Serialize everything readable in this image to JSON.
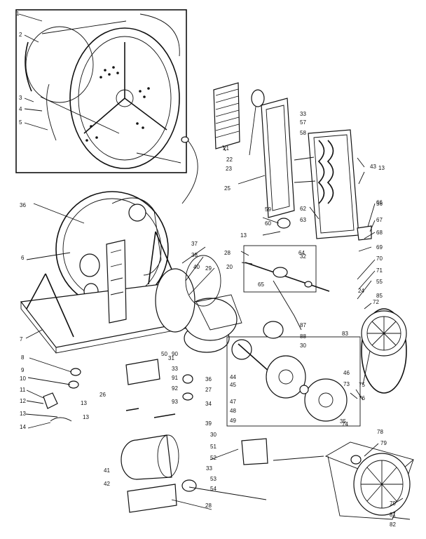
{
  "diagram": {
    "labels": [
      {
        "id": "l1",
        "text": "1"
      },
      {
        "id": "l2",
        "text": "2"
      },
      {
        "id": "l3",
        "text": "3"
      },
      {
        "id": "l4",
        "text": "4"
      },
      {
        "id": "l5",
        "text": "5"
      },
      {
        "id": "l6",
        "text": "6"
      },
      {
        "id": "l7",
        "text": "7"
      },
      {
        "id": "l8",
        "text": "8"
      },
      {
        "id": "l9",
        "text": "9"
      },
      {
        "id": "l10",
        "text": "10"
      },
      {
        "id": "l11",
        "text": "11"
      },
      {
        "id": "l12",
        "text": "12"
      },
      {
        "id": "l13a",
        "text": "13"
      },
      {
        "id": "l13b",
        "text": "13"
      },
      {
        "id": "l13c",
        "text": "13"
      },
      {
        "id": "l13d",
        "text": "13"
      },
      {
        "id": "l13e",
        "text": "13"
      },
      {
        "id": "l14",
        "text": "14"
      },
      {
        "id": "l20",
        "text": "20"
      },
      {
        "id": "l21",
        "text": "21"
      },
      {
        "id": "l22",
        "text": "22"
      },
      {
        "id": "l23",
        "text": "23"
      },
      {
        "id": "l24",
        "text": "24"
      },
      {
        "id": "l25",
        "text": "25"
      },
      {
        "id": "l26",
        "text": "26"
      },
      {
        "id": "l27",
        "text": "27"
      },
      {
        "id": "l28a",
        "text": "28"
      },
      {
        "id": "l28b",
        "text": "28"
      },
      {
        "id": "l29",
        "text": "29"
      },
      {
        "id": "l30a",
        "text": "30"
      },
      {
        "id": "l30b",
        "text": "30"
      },
      {
        "id": "l31",
        "text": "31"
      },
      {
        "id": "l32",
        "text": "32"
      },
      {
        "id": "l33a",
        "text": "33"
      },
      {
        "id": "l33b",
        "text": "33"
      },
      {
        "id": "l33c",
        "text": "33"
      },
      {
        "id": "l34",
        "text": "34"
      },
      {
        "id": "l35",
        "text": "35"
      },
      {
        "id": "l36a",
        "text": "36"
      },
      {
        "id": "l36b",
        "text": "36"
      },
      {
        "id": "l37",
        "text": "37"
      },
      {
        "id": "l38",
        "text": "38"
      },
      {
        "id": "l39",
        "text": "39"
      },
      {
        "id": "l40",
        "text": "40"
      },
      {
        "id": "l41",
        "text": "41"
      },
      {
        "id": "l42",
        "text": "42"
      },
      {
        "id": "l43",
        "text": "43"
      },
      {
        "id": "l44",
        "text": "44"
      },
      {
        "id": "l45",
        "text": "45"
      },
      {
        "id": "l46",
        "text": "46"
      },
      {
        "id": "l47",
        "text": "47"
      },
      {
        "id": "l48",
        "text": "48"
      },
      {
        "id": "l49",
        "text": "49"
      },
      {
        "id": "l50",
        "text": "50"
      },
      {
        "id": "l51",
        "text": "51"
      },
      {
        "id": "l52",
        "text": "52"
      },
      {
        "id": "l53",
        "text": "53"
      },
      {
        "id": "l54",
        "text": "54"
      },
      {
        "id": "l55",
        "text": "55"
      },
      {
        "id": "l56",
        "text": "56"
      },
      {
        "id": "l57",
        "text": "57"
      },
      {
        "id": "l58",
        "text": "58"
      },
      {
        "id": "l59",
        "text": "59"
      },
      {
        "id": "l60",
        "text": "60"
      },
      {
        "id": "l62",
        "text": "62"
      },
      {
        "id": "l63",
        "text": "63"
      },
      {
        "id": "l64",
        "text": "64"
      },
      {
        "id": "l65",
        "text": "65"
      },
      {
        "id": "l66",
        "text": "66"
      },
      {
        "id": "l67",
        "text": "67"
      },
      {
        "id": "l68",
        "text": "68"
      },
      {
        "id": "l69",
        "text": "69"
      },
      {
        "id": "l70",
        "text": "70"
      },
      {
        "id": "l71",
        "text": "71"
      },
      {
        "id": "l72",
        "text": "72"
      },
      {
        "id": "l73",
        "text": "73"
      },
      {
        "id": "l74",
        "text": "74"
      },
      {
        "id": "l75",
        "text": "75"
      },
      {
        "id": "l76",
        "text": "76"
      },
      {
        "id": "l78",
        "text": "78"
      },
      {
        "id": "l79a",
        "text": "79"
      },
      {
        "id": "l79b",
        "text": "79"
      },
      {
        "id": "l81",
        "text": "81"
      },
      {
        "id": "l82",
        "text": "82"
      },
      {
        "id": "l83",
        "text": "83"
      },
      {
        "id": "l85",
        "text": "85"
      },
      {
        "id": "l87",
        "text": "87"
      },
      {
        "id": "l88",
        "text": "88"
      },
      {
        "id": "l90",
        "text": "90"
      },
      {
        "id": "l91",
        "text": "91"
      },
      {
        "id": "l92",
        "text": "92"
      },
      {
        "id": "l93",
        "text": "93"
      }
    ]
  }
}
